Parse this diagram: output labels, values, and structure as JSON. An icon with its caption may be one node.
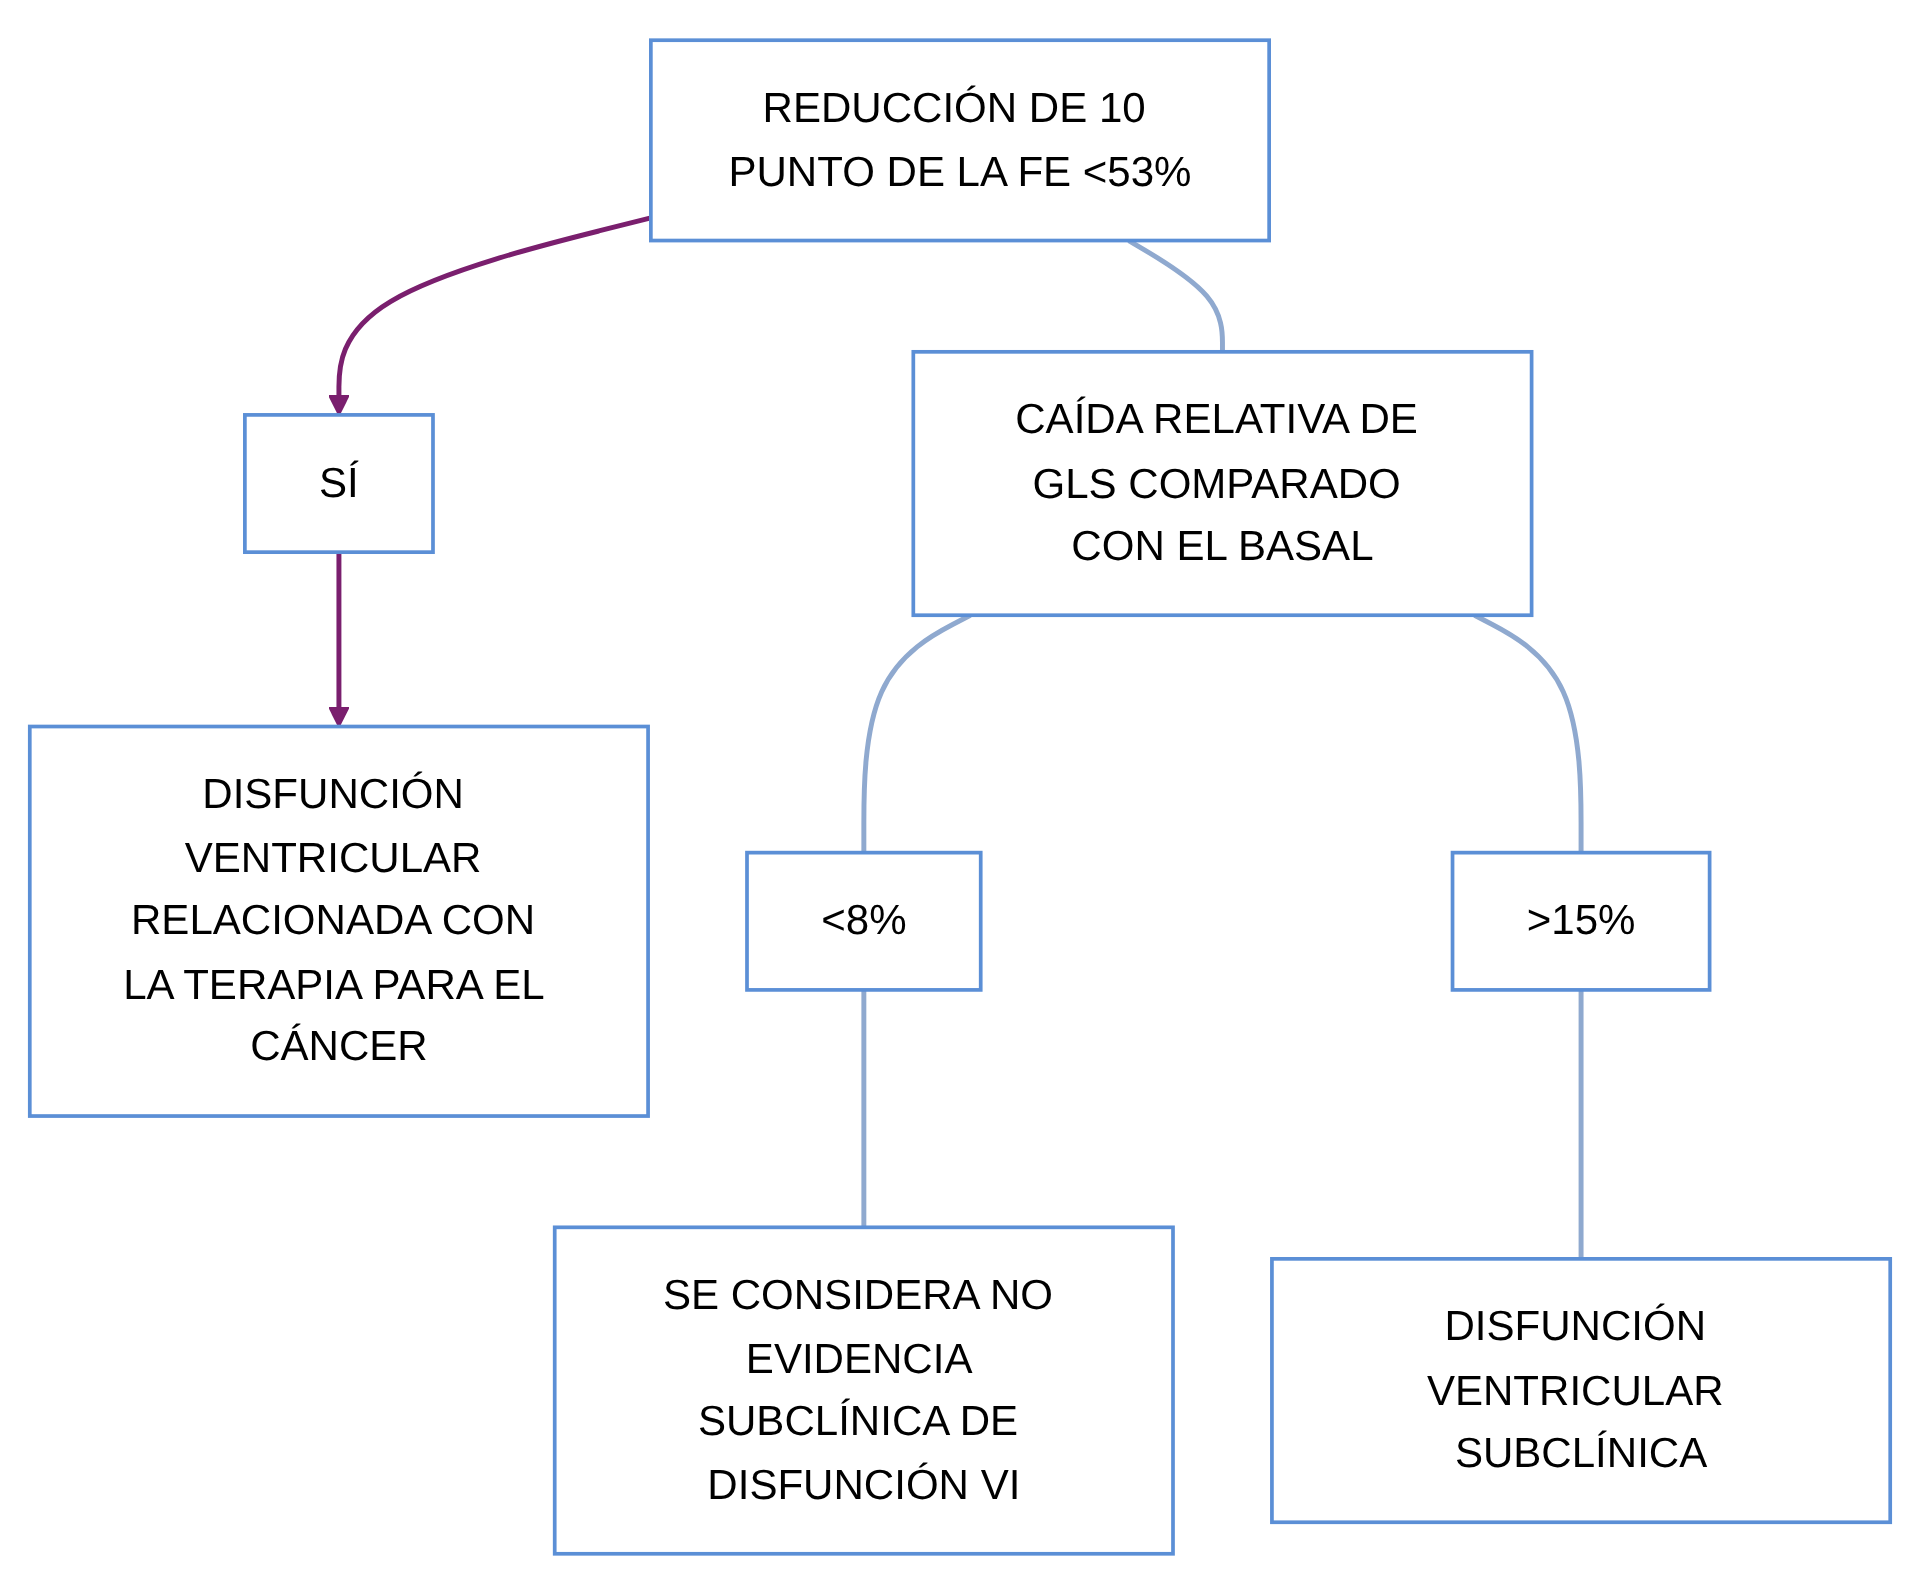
{
  "diagram": {
    "nodes": [
      {
        "text": [
          "REDUCCIÓN DE 10 PUNTO DE LA FE <53%"
        ]
      },
      {
        "text": [
          "SÍ"
        ]
      },
      {
        "text": [
          "DISFUNCIÓN VENTRICULAR RELACIONADA CON LA TERAPIA PARA EL CÁNCER"
        ]
      },
      {
        "text": [
          "CAÍDA RELATIVA DE GLS COMPARADO CON EL BASAL"
        ]
      },
      {
        "text": [
          "<8%"
        ]
      },
      {
        "text": [
          ">15%"
        ]
      },
      {
        "text": [
          "SE CONSIDERA NO EVIDENCIA SUBCLÍNICA DE DISFUNCIÓN VI"
        ]
      },
      {
        "text": [
          "DISFUNCIÓN VENTRICULAR SUBCLÍNICA"
        ]
      }
    ],
    "edges": [
      {
        "from": 0,
        "to": 1,
        "arrow": "to",
        "color": "#7a1f6e"
      },
      {
        "from": 1,
        "to": 2,
        "arrow": "to",
        "color": "#7a1f6e"
      },
      {
        "from": 0,
        "to": 3,
        "arrow": "none"
      },
      {
        "from": 3,
        "to": 4,
        "arrow": "none"
      },
      {
        "from": 3,
        "to": 5,
        "arrow": "none"
      },
      {
        "from": 4,
        "to": 6,
        "arrow": "none"
      },
      {
        "from": 5,
        "to": 7,
        "arrow": "none"
      }
    ]
  }
}
